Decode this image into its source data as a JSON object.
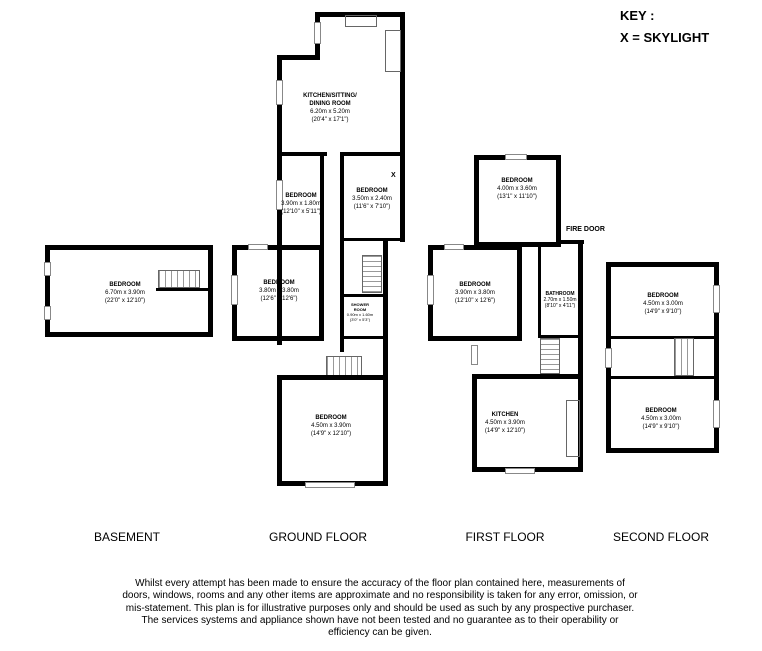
{
  "key": {
    "title": "KEY :",
    "skylight": "X = SKYLIGHT",
    "skylight_mark": "X"
  },
  "floors": {
    "basement": {
      "label": "BASEMENT",
      "rooms": [
        {
          "name": "BEDROOM",
          "metric": "6.70m x 3.90m",
          "imperial": "(22'0\" x 12'10\")"
        }
      ]
    },
    "ground": {
      "label": "GROUND FLOOR",
      "rooms": [
        {
          "name": "KITCHEN/SITTING/",
          "name2": "DINING ROOM",
          "metric": "6.20m x 5.20m",
          "imperial": "(20'4\" x 17'1\")"
        },
        {
          "name": "BEDROOM",
          "metric": "3.90m x 1.80m",
          "imperial": "(12'10\" x 5'11\")"
        },
        {
          "name": "BEDROOM",
          "metric": "3.50m x 2.40m",
          "imperial": "(11'6\" x 7'10\")"
        },
        {
          "name": "BEDROOM",
          "metric": "3.80m x 3.80m",
          "imperial": "(12'6\" x 12'6\")"
        },
        {
          "name": "SHOWER",
          "name2": "ROOM",
          "metric": "0.90m x 1.60m",
          "imperial": "(3'0\" x 5'3\")"
        },
        {
          "name": "BEDROOM",
          "metric": "4.50m x 3.90m",
          "imperial": "(14'9\" x 12'10\")"
        }
      ]
    },
    "first": {
      "label": "FIRST FLOOR",
      "fire_door": "FIRE DOOR",
      "rooms": [
        {
          "name": "BEDROOM",
          "metric": "4.00m x 3.60m",
          "imperial": "(13'1\" x 11'10\")"
        },
        {
          "name": "BEDROOM",
          "metric": "3.90m x 3.80m",
          "imperial": "(12'10\" x 12'6\")"
        },
        {
          "name": "BATHROOM",
          "metric": "2.70m x 1.50m",
          "imperial": "(8'10\" x 4'11\")"
        },
        {
          "name": "KITCHEN",
          "metric": "4.50m x 3.90m",
          "imperial": "(14'9\" x 12'10\")"
        }
      ]
    },
    "second": {
      "label": "SECOND FLOOR",
      "rooms": [
        {
          "name": "BEDROOM",
          "metric": "4.50m x 3.00m",
          "imperial": "(14'9\" x 9'10\")"
        },
        {
          "name": "BEDROOM",
          "metric": "4.50m x 3.00m",
          "imperial": "(14'9\" x 9'10\")"
        }
      ]
    }
  },
  "disclaimer": "Whilst every attempt has been made to ensure the accuracy of the floor plan contained here, measurements of doors, windows, rooms and any other items are approximate and no responsibility is taken for any error, omission, or mis-statement. This plan is for illustrative purposes only and should be used as such by any prospective purchaser. The services systems and appliance shown have not been tested and no guarantee as to their operability or efficiency can be given."
}
